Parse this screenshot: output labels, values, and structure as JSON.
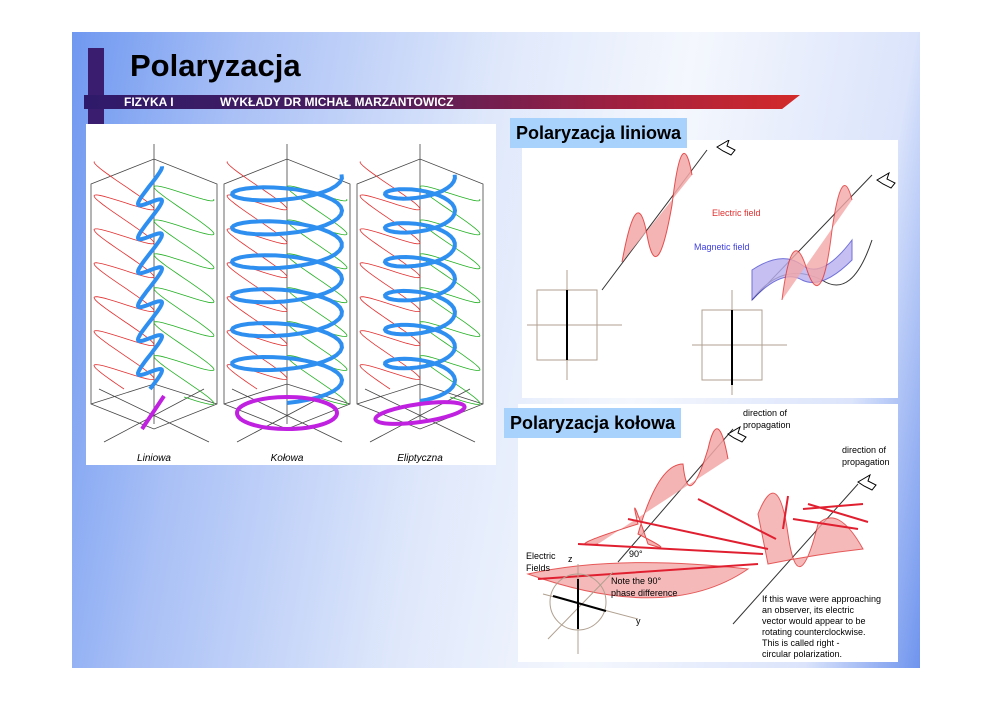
{
  "slide": {
    "title": "Polaryzacja",
    "banner_left": "FIZYKA I",
    "banner_right": "WYKŁADY DR MICHAŁ MARZANTOWICZ"
  },
  "left_figure": {
    "captions": [
      "Liniowa",
      "Kołowa",
      "Eliptyczna"
    ]
  },
  "linear": {
    "heading": "Polaryzacja liniowa",
    "electric_field": "Electric field",
    "magnetic_field": "Magnetic field"
  },
  "circular": {
    "heading": "Polaryzacja kołowa",
    "direction1": [
      "direction of",
      "propagation"
    ],
    "direction2": [
      "direction of",
      "propagation"
    ],
    "electric_fields": [
      "Electric",
      "Fields"
    ],
    "axis_z": "z",
    "axis_y": "y",
    "angle": "90°",
    "note": [
      "Note the 90°",
      "phase difference"
    ],
    "explanation": [
      "If this wave were approaching",
      "an observer, its electric",
      "vector would appear to be",
      "rotating counterclockwise.",
      "This is called right -",
      "circular polarization."
    ]
  },
  "colors": {
    "blue_wave": "#2f8ff0",
    "red_wave": "#e23030",
    "green_wave": "#22b022",
    "magenta": "#c020e0",
    "label_bg": "#a8d2fb"
  }
}
